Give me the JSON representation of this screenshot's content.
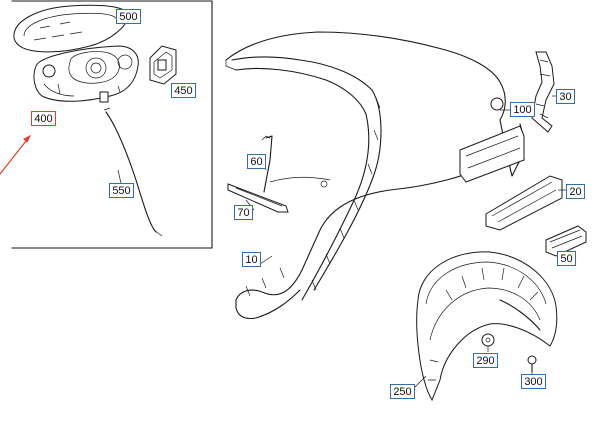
{
  "colors": {
    "callout_border": "#2f6fb0",
    "highlight": "#e0412d",
    "line": "#1a1a1a"
  },
  "highlighted_part": "400",
  "callouts": [
    {
      "id": "500",
      "label": "500"
    },
    {
      "id": "450",
      "label": "450"
    },
    {
      "id": "400",
      "label": "400"
    },
    {
      "id": "550",
      "label": "550"
    },
    {
      "id": "100",
      "label": "100"
    },
    {
      "id": "30",
      "label": "30"
    },
    {
      "id": "60",
      "label": "60"
    },
    {
      "id": "20",
      "label": "20"
    },
    {
      "id": "70",
      "label": "70"
    },
    {
      "id": "50",
      "label": "50"
    },
    {
      "id": "10",
      "label": "10"
    },
    {
      "id": "290",
      "label": "290"
    },
    {
      "id": "300",
      "label": "300"
    },
    {
      "id": "250",
      "label": "250"
    }
  ]
}
